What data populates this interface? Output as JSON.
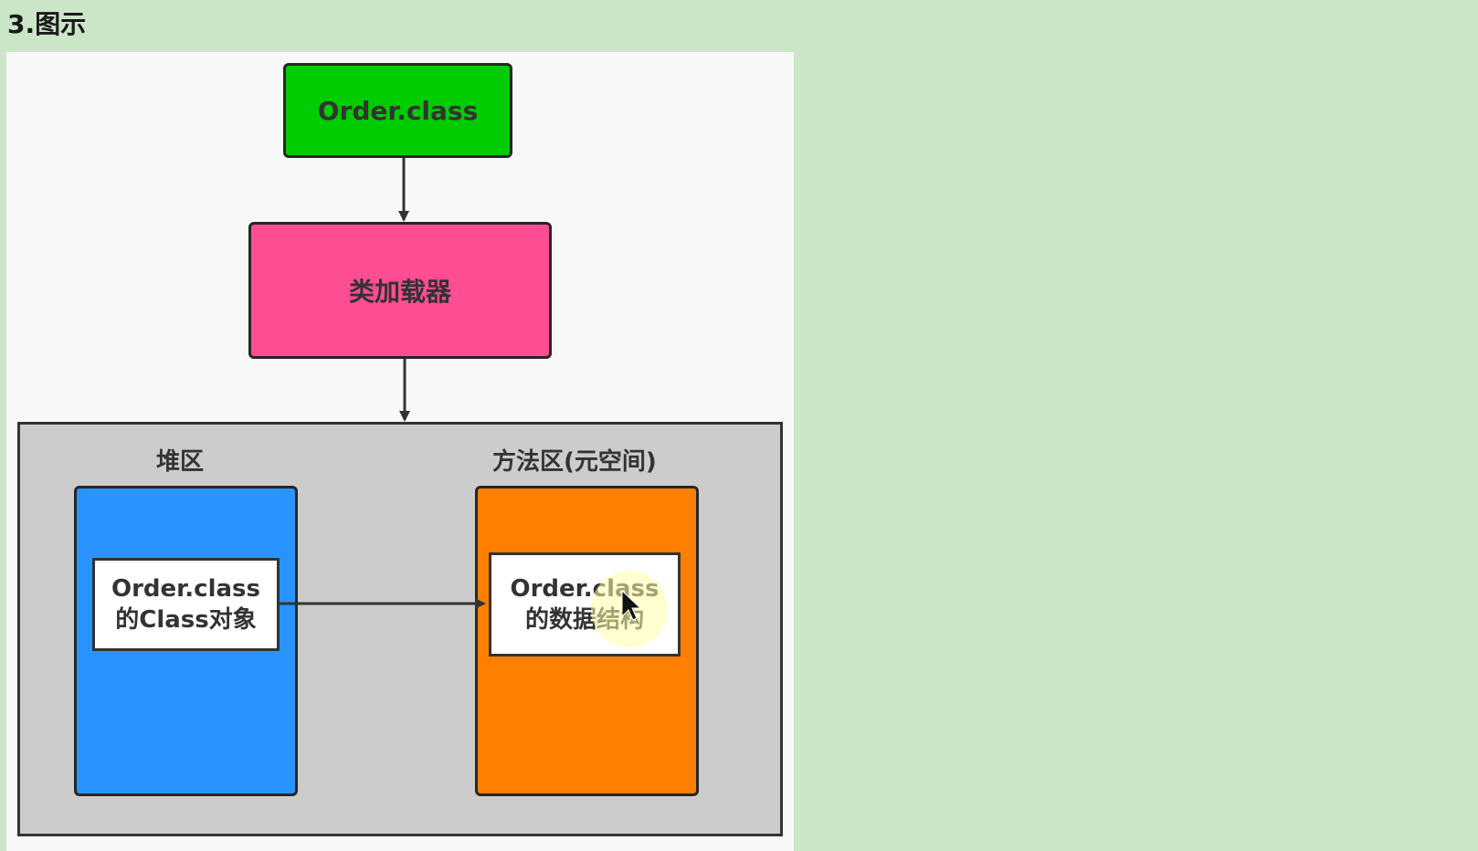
{
  "heading": "3.图示",
  "diagram": {
    "class_file": "Order.class",
    "class_loader": "类加载器",
    "heap_label": "堆区",
    "method_area_label": "方法区(元空间)",
    "heap_object": {
      "line1": "Order.class",
      "line2": "的Class对象"
    },
    "method_structure": {
      "line1": "Order.class",
      "line2": "的数据结构"
    },
    "colors": {
      "class_file_box": "#00cc00",
      "class_loader_box": "#ff4d94",
      "memory_area": "#cccccc",
      "heap_region": "#2993ff",
      "method_region": "#ff8000",
      "page_background": "#cae6c7"
    }
  }
}
